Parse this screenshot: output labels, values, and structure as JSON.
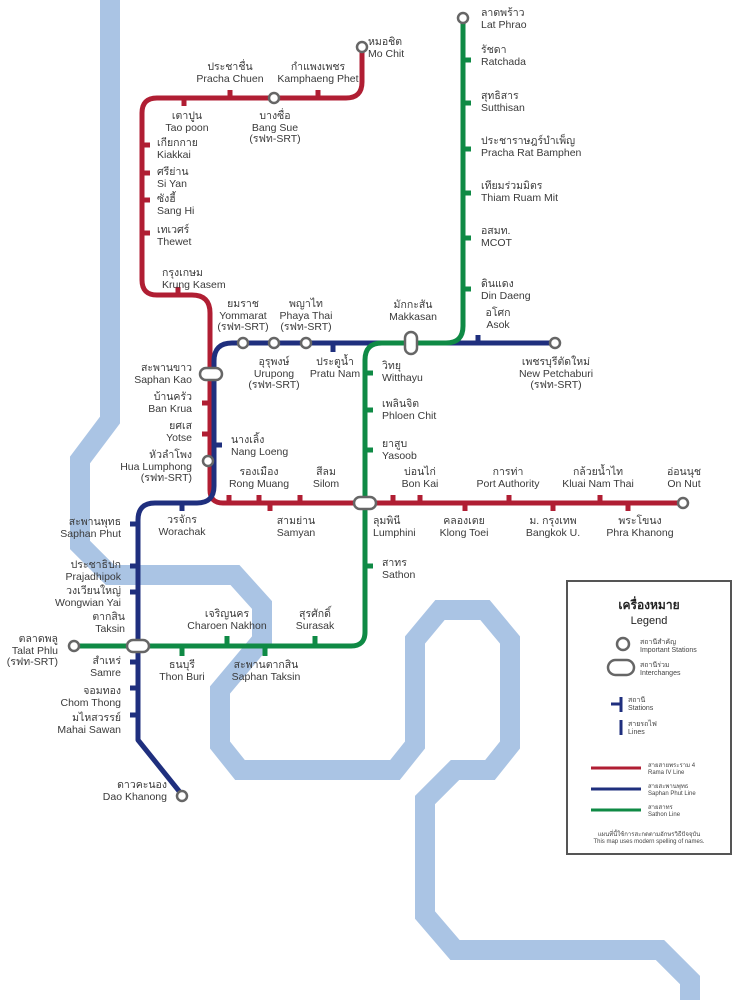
{
  "colors": {
    "red_line": "#b01e33",
    "blue_line": "#1f2f7e",
    "green_line": "#0f8a45",
    "river": "#aac4e4",
    "station_ring": "#666666"
  },
  "lines": {
    "red": {
      "th": "สายสายพระราม 4",
      "en": "Rama IV Line"
    },
    "blue": {
      "th": "สายสะพานพุทธ",
      "en": "Saphan Phut Line"
    },
    "green": {
      "th": "สายสาทร",
      "en": "Sathon Line"
    }
  },
  "stations": {
    "mo_chit": {
      "th": "หมอชิต",
      "en": "Mo Chit"
    },
    "pracha_chuen": {
      "th": "ประชาชื่น",
      "en": "Pracha Chuen"
    },
    "kamphaeng_phet": {
      "th": "กำแพงเพชร",
      "en": "Kamphaeng Phet"
    },
    "tao_poon": {
      "th": "เตาปูน",
      "en": "Tao poon"
    },
    "bang_sue": {
      "th": "บางซื่อ",
      "en": "Bang Sue",
      "srt": "(รฟท-SRT)"
    },
    "kiakkai": {
      "th": "เกียกกาย",
      "en": "Kiakkai"
    },
    "si_yan": {
      "th": "ศรีย่าน",
      "en": "Si Yan"
    },
    "sang_hi": {
      "th": "ซังฮี้",
      "en": "Sang Hi"
    },
    "thewet": {
      "th": "เทเวศร์",
      "en": "Thewet"
    },
    "krung_kasem": {
      "th": "กรุงเกษม",
      "en": "Krung Kasem"
    },
    "yommarat": {
      "th": "ยมราช",
      "en": "Yommarat",
      "srt": "(รฟท-SRT)"
    },
    "phaya_thai": {
      "th": "พญาไท",
      "en": "Phaya Thai",
      "srt": "(รฟท-SRT)"
    },
    "urupong": {
      "th": "อุรุพงษ์",
      "en": "Urupong",
      "srt": "(รฟท-SRT)"
    },
    "pratu_nam": {
      "th": "ประตูน้ำ",
      "en": "Pratu Nam"
    },
    "makkasan": {
      "th": "มักกะสัน",
      "en": "Makkasan"
    },
    "asok": {
      "th": "อโศก",
      "en": "Asok"
    },
    "new_petchaburi": {
      "th": "เพชรบุรีตัดใหม่",
      "en": "New Petchaburi",
      "srt": "(รฟท-SRT)"
    },
    "lat_phrao": {
      "th": "ลาดพร้าว",
      "en": "Lat Phrao"
    },
    "ratchada": {
      "th": "รัชดา",
      "en": "Ratchada"
    },
    "sutthisan": {
      "th": "สุทธิสาร",
      "en": "Sutthisan"
    },
    "pracha_rat_bamphen": {
      "th": "ประชาราษฎร์บำเพ็ญ",
      "en": "Pracha Rat Bamphen"
    },
    "thiam_ruam_mit": {
      "th": "เทียมร่วมมิตร",
      "en": "Thiam Ruam Mit"
    },
    "mcot": {
      "th": "อสมท.",
      "en": "MCOT"
    },
    "din_daeng": {
      "th": "ดินแดง",
      "en": "Din Daeng"
    },
    "witthayu": {
      "th": "วิทยุ",
      "en": "Witthayu"
    },
    "phloen_chit": {
      "th": "เพลินจิต",
      "en": "Phloen Chit"
    },
    "yasoob": {
      "th": "ยาสูบ",
      "en": "Yasoob"
    },
    "saphan_kao": {
      "th": "สะพานขาว",
      "en": "Saphan Kao"
    },
    "ban_krua": {
      "th": "บ้านครัว",
      "en": "Ban Krua"
    },
    "yotse": {
      "th": "ยศเส",
      "en": "Yotse"
    },
    "nang_loeng": {
      "th": "นางเลิ้ง",
      "en": "Nang Loeng"
    },
    "hua_lumphong": {
      "th": "หัวลำโพง",
      "en": "Hua Lumphong",
      "srt": "(รฟท-SRT)"
    },
    "rong_muang": {
      "th": "รองเมือง",
      "en": "Rong Muang"
    },
    "silom": {
      "th": "สีลม",
      "en": "Silom"
    },
    "bon_kai": {
      "th": "บ่อนไก่",
      "en": "Bon Kai"
    },
    "port_authority": {
      "th": "การท่า",
      "en": "Port Authority"
    },
    "kluai_nam_thai": {
      "th": "กล้วยน้ำไท",
      "en": "Kluai Nam Thai"
    },
    "on_nut": {
      "th": "อ่อนนุช",
      "en": "On Nut"
    },
    "worachak": {
      "th": "วรจักร",
      "en": "Worachak"
    },
    "samyan": {
      "th": "สามย่าน",
      "en": "Samyan"
    },
    "lumphini": {
      "th": "ลุมพินี",
      "en": "Lumphini"
    },
    "klong_toei": {
      "th": "คลองเตย",
      "en": "Klong Toei"
    },
    "bangkok_u": {
      "th": "ม. กรุงเทพ",
      "en": "Bangkok U."
    },
    "phra_khanong": {
      "th": "พระโขนง",
      "en": "Phra Khanong"
    },
    "saphan_phut": {
      "th": "สะพานพุทธ",
      "en": "Saphan Phut"
    },
    "sathon": {
      "th": "สาทร",
      "en": "Sathon"
    },
    "prajadhipok": {
      "th": "ประชาธิปก",
      "en": "Prajadhipok"
    },
    "wongwian_yai": {
      "th": "วงเวียนใหญ่",
      "en": "Wongwian Yai"
    },
    "taksin": {
      "th": "ตากสิน",
      "en": "Taksin"
    },
    "charoen_nakhon": {
      "th": "เจริญนคร",
      "en": "Charoen Nakhon"
    },
    "surasak": {
      "th": "สุรศักดิ์",
      "en": "Surasak"
    },
    "talat_phlu": {
      "th": "ตลาดพลู",
      "en": "Talat Phlu",
      "srt": "(รฟท-SRT)"
    },
    "samre": {
      "th": "สำเหร่",
      "en": "Samre"
    },
    "thon_buri": {
      "th": "ธนบุรี",
      "en": "Thon Buri"
    },
    "saphan_taksin": {
      "th": "สะพานตากสิน",
      "en": "Saphan Taksin"
    },
    "chom_thong": {
      "th": "จอมทอง",
      "en": "Chom Thong"
    },
    "mahai_sawan": {
      "th": "มไหสวรรย์",
      "en": "Mahai Sawan"
    },
    "dao_khanong": {
      "th": "ดาวคะนอง",
      "en": "Dao Khanong"
    }
  },
  "legend": {
    "title_th": "เครื่องหมาย",
    "title_en": "Legend",
    "important_stations": {
      "th": "สถานีสำคัญ",
      "en": "Important Stations"
    },
    "interchanges": {
      "th": "สถานีร่วม",
      "en": "Interchanges"
    },
    "stations": {
      "th": "สถานี",
      "en": "Stations"
    },
    "lines": {
      "th": "สายรถไฟ",
      "en": "Lines"
    },
    "note_th": "แผนที่นี้ใช้การสะกดตามอักษรวิธีปัจจุบัน",
    "note_en": "This map uses modern spelling of names."
  }
}
